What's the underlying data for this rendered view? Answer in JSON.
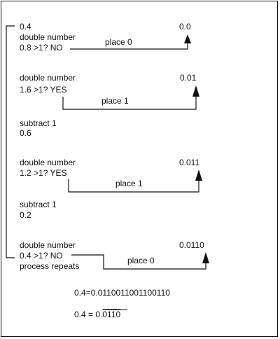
{
  "steps": [
    {
      "start_value": "0.4",
      "action": "double number",
      "test": "0.8 >1? NO",
      "place_label": "place 0",
      "result": "0.0"
    },
    {
      "action": "double number",
      "test": "1.6 >1? YES",
      "place_label": "place 1",
      "result": "0.01",
      "subtract_label": "subtract 1",
      "subtract_result": "0.6"
    },
    {
      "action": "double number",
      "test": "1.2 >1? YES",
      "place_label": "place 1",
      "result": "0.011",
      "subtract_label": "subtract 1",
      "subtract_result": "0.2"
    },
    {
      "action": "double number",
      "test": "0.4 >1? NO",
      "note": "process repeats",
      "place_label": "place 0",
      "result": "0.0110"
    }
  ],
  "summary": {
    "expansion": "0.4=0.0110011001100110",
    "repeating_prefix": "0.4 = 0.",
    "repeating_digits": "0110"
  }
}
